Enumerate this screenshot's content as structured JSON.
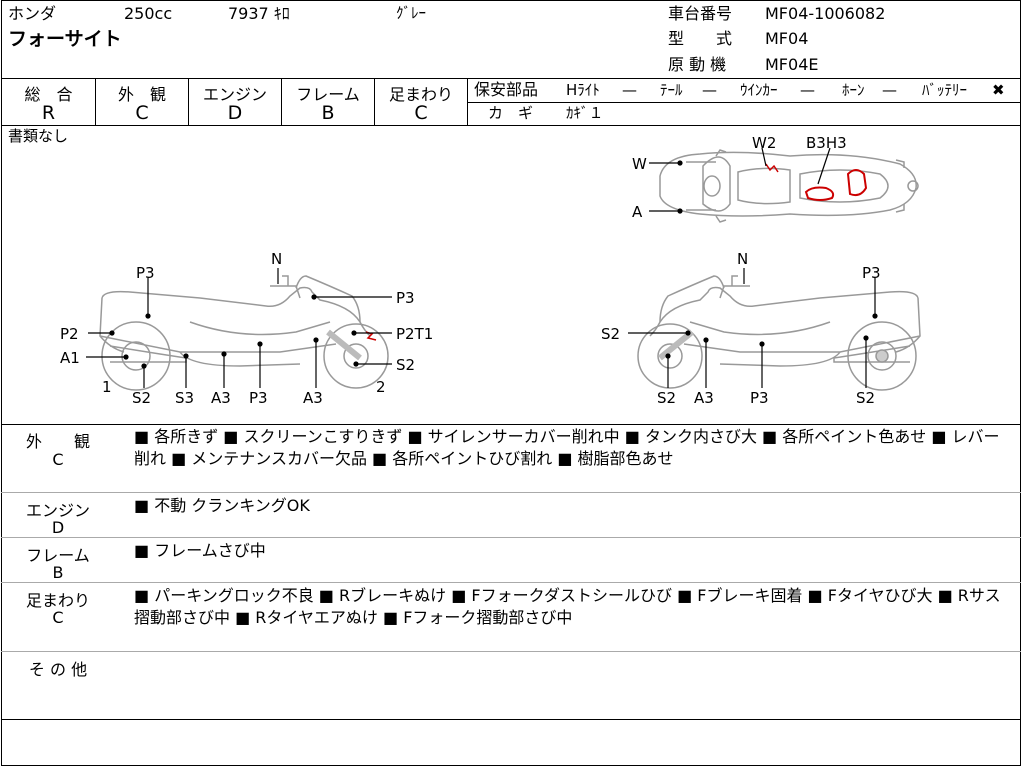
{
  "header": {
    "maker": "ホンダ",
    "displacement": "250cc",
    "mileage": "7937 ｷﾛ",
    "color": "ｸﾞﾚｰ",
    "model_name": "フォーサイト",
    "frame_number_label": "車台番号",
    "frame_number": "MF04-1006082",
    "model_code_label": "型　　式",
    "model_code": "MF04",
    "engine_label": "原 動 機",
    "engine_code": "MF04E"
  },
  "grades": [
    {
      "label": "総　合",
      "value": "R"
    },
    {
      "label": "外　観",
      "value": "C"
    },
    {
      "label": "エンジン",
      "value": "D"
    },
    {
      "label": "フレーム",
      "value": "B"
    },
    {
      "label": "足まわり",
      "value": "C"
    }
  ],
  "safety": {
    "label": "保安部品",
    "items": [
      {
        "name": "Hﾗｲﾄ",
        "mark": "—"
      },
      {
        "name": "ﾃｰﾙ",
        "mark": "—"
      },
      {
        "name": "ｳｲﾝｶｰ",
        "mark": "—"
      },
      {
        "name": "ﾎｰﾝ",
        "mark": "—"
      },
      {
        "name": "ﾊﾞｯﾃﾘｰ",
        "mark": "✖"
      }
    ],
    "key_label": "カ　ギ",
    "key_value": "ｶｷﾞ１"
  },
  "documents": "書類なし",
  "diagram": {
    "top_labels": [
      "W2",
      "B3H3",
      "W",
      "A"
    ],
    "left_labels": [
      "N",
      "P3",
      "P3",
      "P2",
      "P2T1",
      "A1",
      "S2",
      "1",
      "2",
      "S2",
      "S3",
      "A3",
      "P3",
      "A3"
    ],
    "right_labels": [
      "N",
      "P3",
      "S2",
      "S2",
      "A3",
      "P3",
      "S2"
    ]
  },
  "remarks": [
    {
      "label": "外　　観",
      "grade": "C",
      "text": "■ 各所きず ■ スクリーンこすりきず ■ サイレンサーカバー削れ中 ■ タンク内さび大 ■ 各所ペイント色あせ ■ レバー削れ ■ メンテナンスカバー欠品 ■ 各所ペイントひび割れ ■ 樹脂部色あせ"
    },
    {
      "label": "エンジン",
      "grade": "D",
      "text": "■ 不動 クランキングOK"
    },
    {
      "label": "フレーム",
      "grade": "B",
      "text": "■ フレームさび中"
    },
    {
      "label": "足まわり",
      "grade": "C",
      "text": "■ パーキングロック不良 ■ Rブレーキぬけ ■ Fフォークダストシールひび ■ Fブレーキ固着 ■ Fタイヤひび大 ■ Rサス摺動部さび中 ■ Rタイヤエアぬけ ■ Fフォーク摺動部さび中"
    },
    {
      "label": "そ の 他",
      "grade": "",
      "text": ""
    }
  ]
}
